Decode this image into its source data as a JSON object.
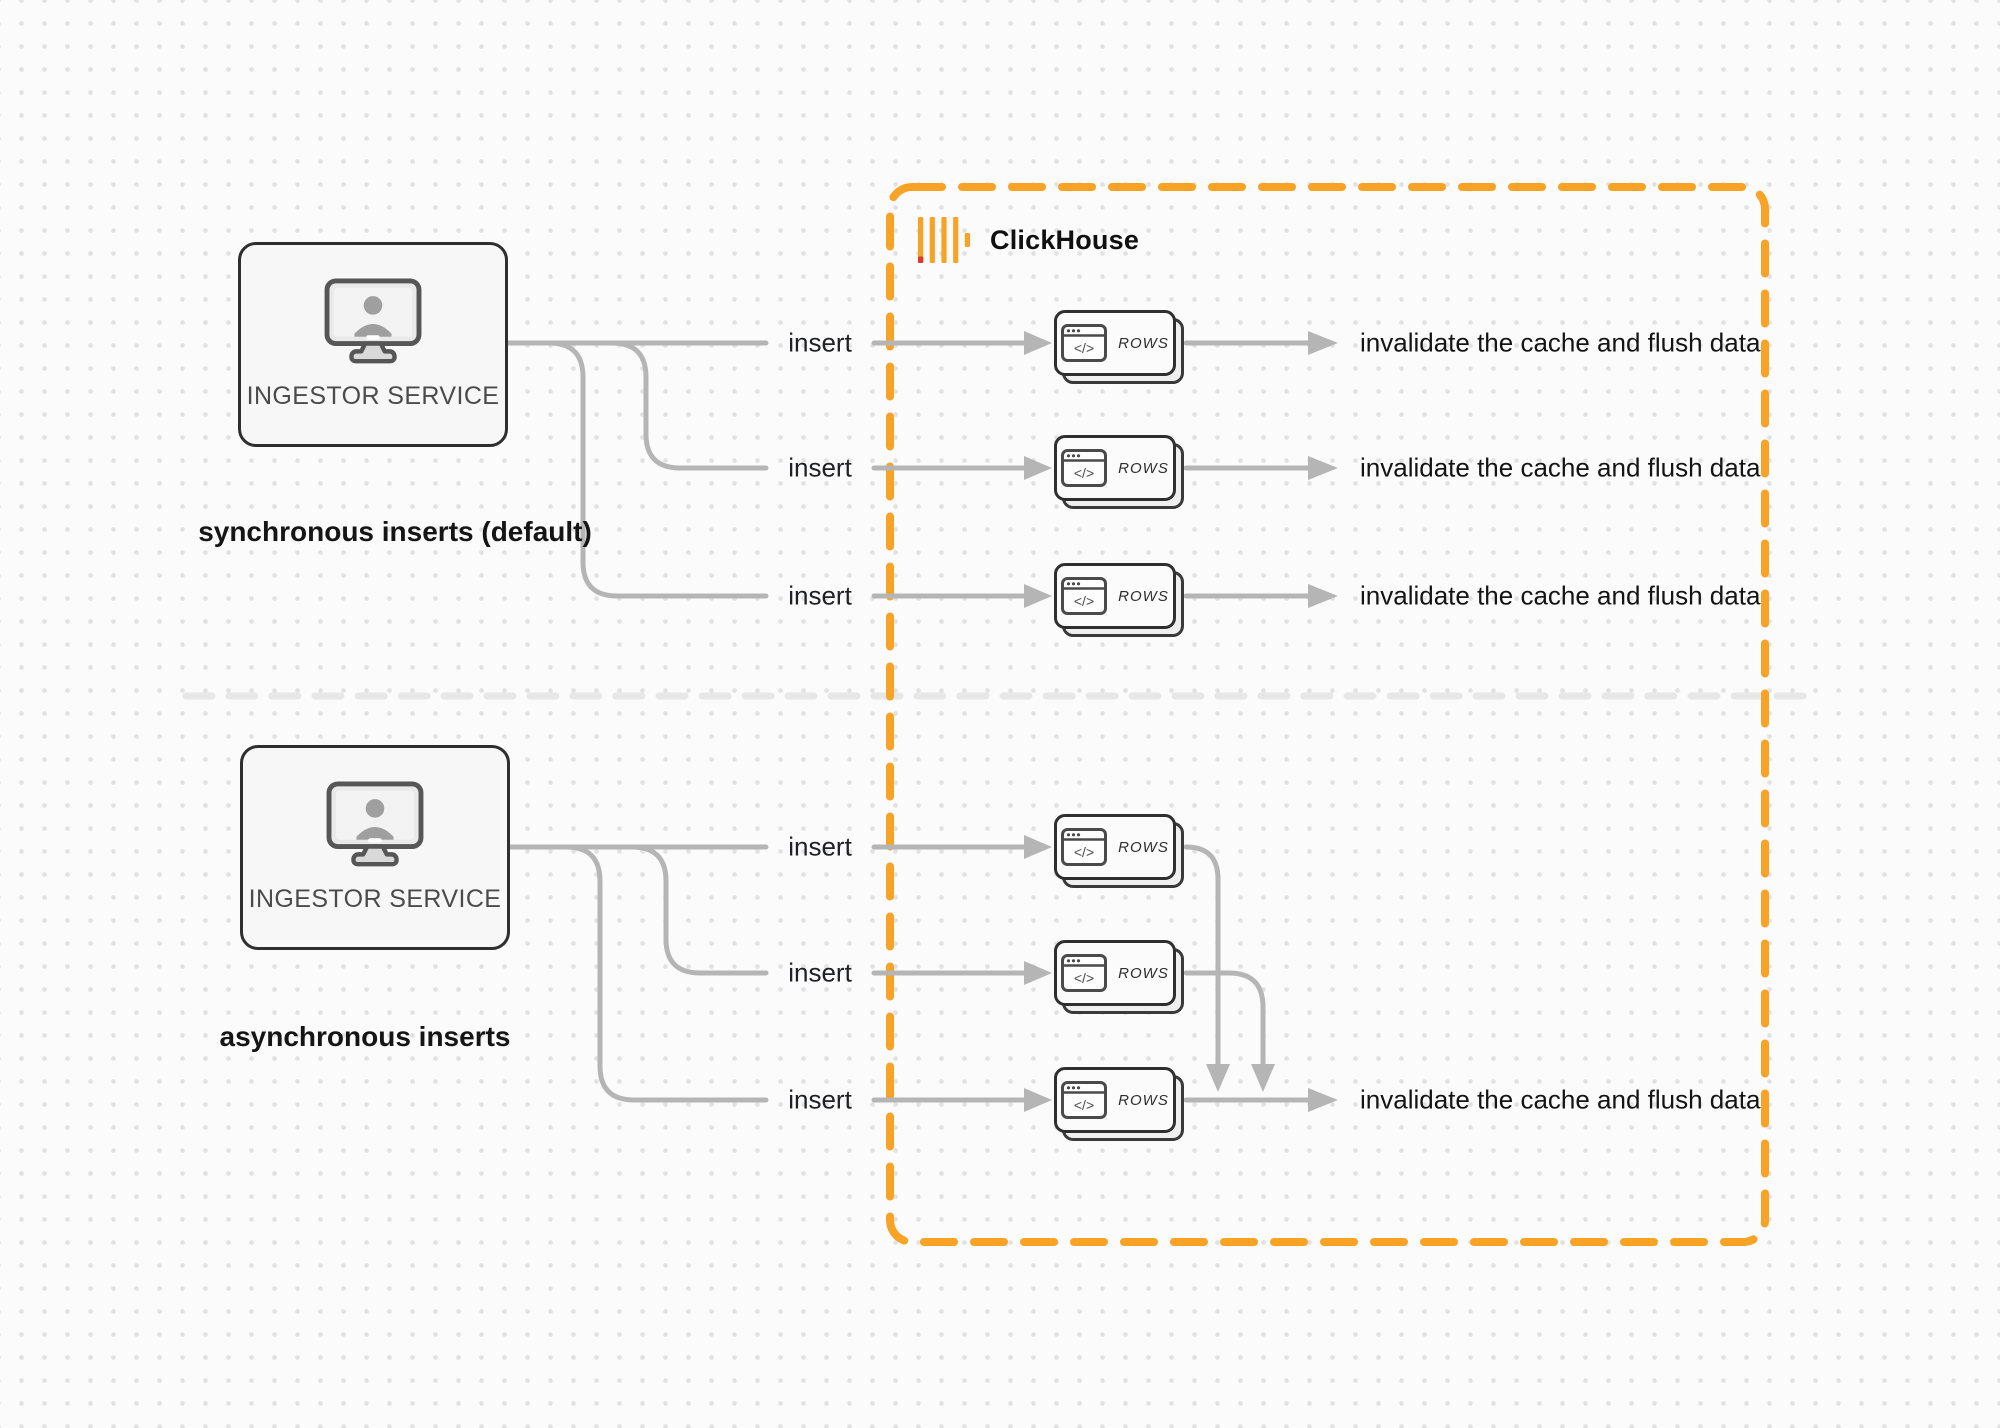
{
  "colors": {
    "accent_orange": "#F8A226",
    "logo_red": "#E23629",
    "connector_gray": "#B5B5B5",
    "divider_gray": "#E7E7E7",
    "box_border": "#2F2F2F"
  },
  "clickhouse": {
    "label": "ClickHouse",
    "logo_icon": "clickhouse-bars-logo"
  },
  "icons": {
    "service": "monitor-user-icon",
    "node": "code-window-icon"
  },
  "sync": {
    "service": "INGESTOR SERVICE",
    "caption": "synchronous inserts (default)",
    "rows": [
      {
        "insert": "insert",
        "node": "ROWS",
        "result": "invalidate the cache and flush data"
      },
      {
        "insert": "insert",
        "node": "ROWS",
        "result": "invalidate the cache and flush data"
      },
      {
        "insert": "insert",
        "node": "ROWS",
        "result": "invalidate the cache and flush data"
      }
    ]
  },
  "async": {
    "service": "INGESTOR SERVICE",
    "caption": "asynchronous inserts",
    "rows": [
      {
        "insert": "insert",
        "node": "ROWS"
      },
      {
        "insert": "insert",
        "node": "ROWS"
      },
      {
        "insert": "insert",
        "node": "ROWS",
        "result": "invalidate the cache and flush data"
      }
    ]
  }
}
